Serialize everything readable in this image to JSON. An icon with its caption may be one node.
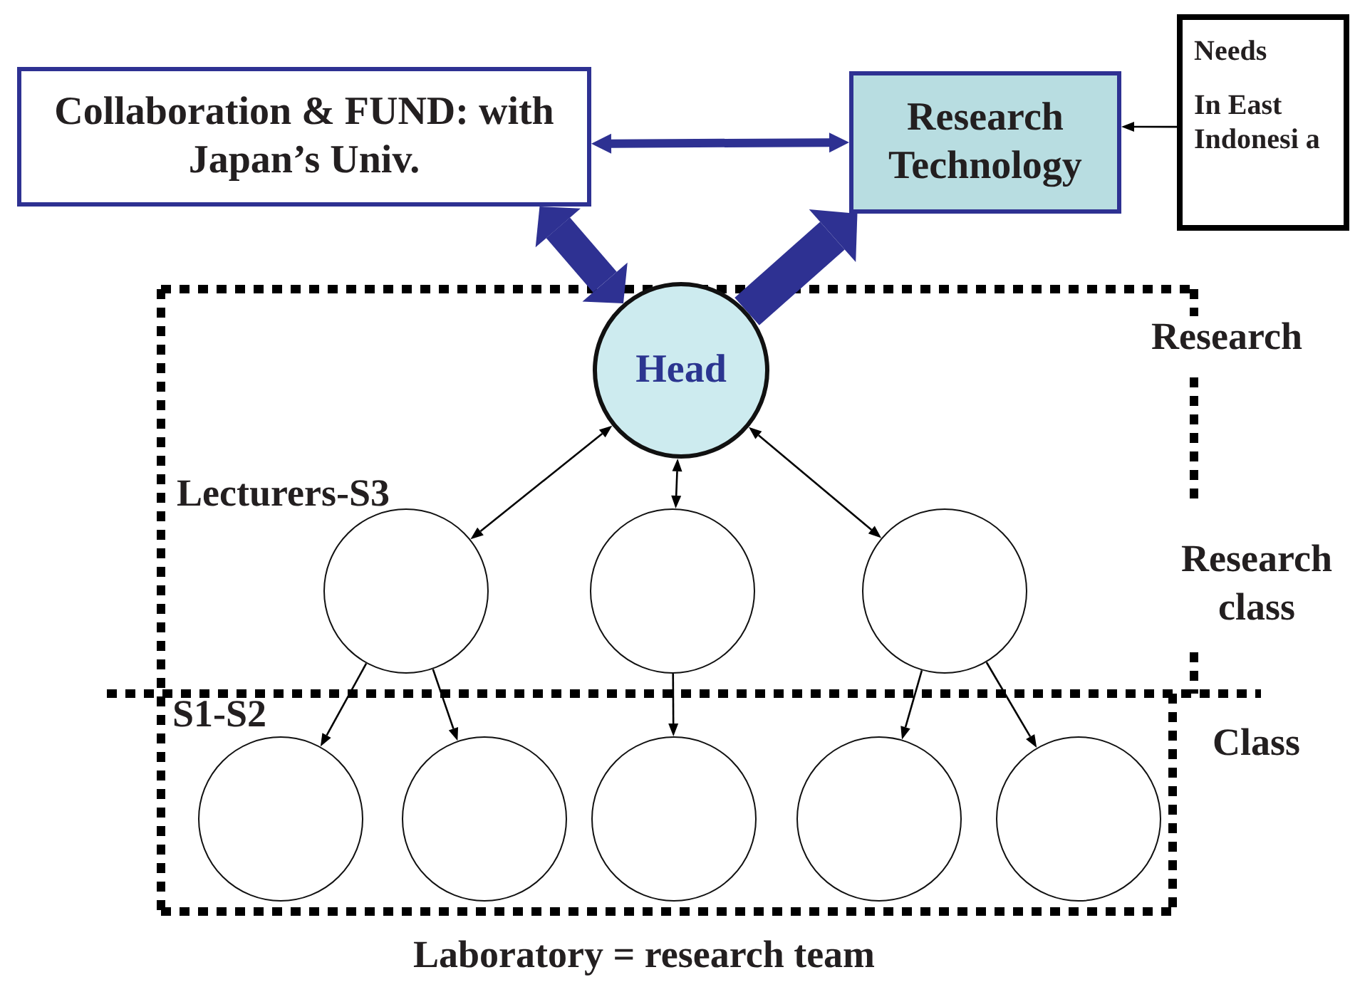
{
  "diagram": {
    "nodes": [
      {
        "text": [
          "Collaboration & FUND: with Japan’s Univ."
        ]
      },
      {
        "text": [
          "Research Technology"
        ]
      },
      {
        "text": [
          "Needs",
          "In East Indonesi a"
        ]
      },
      {
        "text": [
          "Head"
        ]
      },
      {
        "text": [],
        "shape": "circle"
      },
      {
        "text": [],
        "shape": "circle"
      },
      {
        "text": [],
        "shape": "circle"
      },
      {
        "text": [],
        "shape": "circle"
      },
      {
        "text": [],
        "shape": "circle"
      },
      {
        "text": [],
        "shape": "circle"
      },
      {
        "text": [],
        "shape": "circle"
      },
      {
        "text": [],
        "shape": "circle"
      }
    ],
    "edges": [
      {
        "from": 0,
        "to": 1,
        "arrow": "both",
        "style": "thick",
        "color": "#2e3192"
      },
      {
        "from": 2,
        "to": 1,
        "arrow": "to"
      },
      {
        "from": 3,
        "to": 0,
        "arrow": "both",
        "style": "thick",
        "color": "#2e3192"
      },
      {
        "from": 3,
        "to": 1,
        "arrow": "to",
        "style": "thick",
        "color": "#2e3192"
      },
      {
        "from": 3,
        "to": 4,
        "arrow": "both"
      },
      {
        "from": 3,
        "to": 5,
        "arrow": "both"
      },
      {
        "from": 3,
        "to": 6,
        "arrow": "both"
      },
      {
        "from": 4,
        "to": 7,
        "arrow": "to"
      },
      {
        "from": 4,
        "to": 8,
        "arrow": "to"
      },
      {
        "from": 5,
        "to": 9,
        "arrow": "to"
      },
      {
        "from": 6,
        "to": 10,
        "arrow": "to"
      },
      {
        "from": 6,
        "to": 11,
        "arrow": "to"
      }
    ],
    "labels": [
      "Research",
      "Lecturers-S3",
      "Research class",
      "S1-S2",
      "Class",
      "Laboratory = research team"
    ]
  }
}
